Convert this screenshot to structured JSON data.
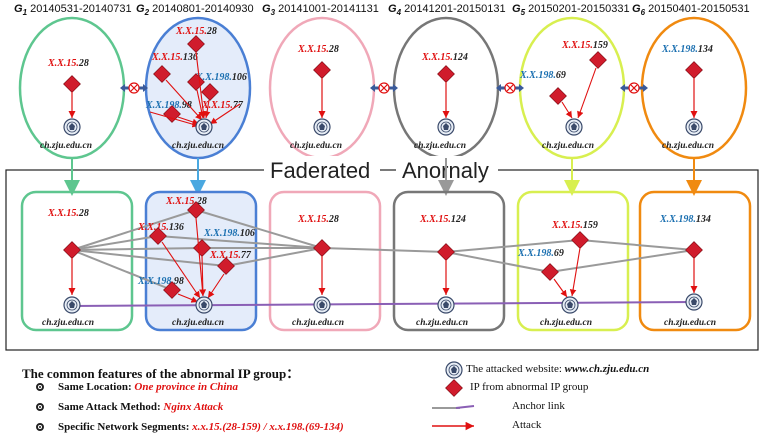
{
  "groups": [
    {
      "id": "G1",
      "sub": "1",
      "range": "20140531-20140731"
    },
    {
      "id": "G2",
      "sub": "2",
      "range": "20140801-20140930"
    },
    {
      "id": "G3",
      "sub": "3",
      "range": "20141001-20141131"
    },
    {
      "id": "G4",
      "sub": "4",
      "range": "20141201-20150131"
    },
    {
      "id": "G5",
      "sub": "5",
      "range": "20150201-20150331"
    },
    {
      "id": "G6",
      "sub": "6",
      "range": "20150401-20150531"
    }
  ],
  "ips": {
    "g1": [
      {
        "pre": "X.X.15.",
        "suf": "28",
        "color": "red"
      }
    ],
    "g2": [
      {
        "pre": "X.X.15.",
        "suf": "28",
        "color": "red"
      },
      {
        "pre": "X.X.15.",
        "suf": "136",
        "color": "red"
      },
      {
        "pre": "X.X.198.",
        "suf": "106",
        "color": "blue"
      },
      {
        "pre": "X.X.198.",
        "suf": "98",
        "color": "blue"
      },
      {
        "pre": "X.X.15.",
        "suf": "77",
        "color": "red"
      }
    ],
    "g3": [
      {
        "pre": "X.X.15.",
        "suf": "28",
        "color": "red"
      }
    ],
    "g4": [
      {
        "pre": "X.X.15.",
        "suf": "124",
        "color": "red"
      }
    ],
    "g5": [
      {
        "pre": "X.X.15.",
        "suf": "159",
        "color": "red"
      },
      {
        "pre": "X.X.198.",
        "suf": "69",
        "color": "blue"
      }
    ],
    "g6": [
      {
        "pre": "X.X.198.",
        "suf": "134",
        "color": "blue"
      }
    ]
  },
  "site": "ch.zju.edu.cn",
  "banner": {
    "left": "Faderated",
    "right": "Anornaly"
  },
  "features": {
    "title": "The common features of  the abnormal IP group：",
    "rows": [
      {
        "label": "Same Location: ",
        "value": "One province in China"
      },
      {
        "label": "Same Attack Method: ",
        "value": "Nginx Attack"
      },
      {
        "label": "Specific Network Segments: ",
        "value": "x.x.15.(28-159)  /  x.x.198.(69-134)"
      }
    ]
  },
  "legend": {
    "website_label": "The attacked website: ",
    "website_value": "www.ch.zju.edu.cn",
    "ip_label": "IP  from abnormal IP group",
    "anchor_label": "Anchor link",
    "attack_label": "Attack"
  },
  "colors": {
    "g1": "#5ec68f",
    "g2": "#4a7fd4",
    "g3": "#f0a8b8",
    "g4": "#777777",
    "g5": "#d8ef50",
    "g6": "#f08a10",
    "diamond": "#d01c2c",
    "attack": "#e01010",
    "anchor": "#9a9a9a",
    "anchor_long": "#8a5fb5"
  }
}
